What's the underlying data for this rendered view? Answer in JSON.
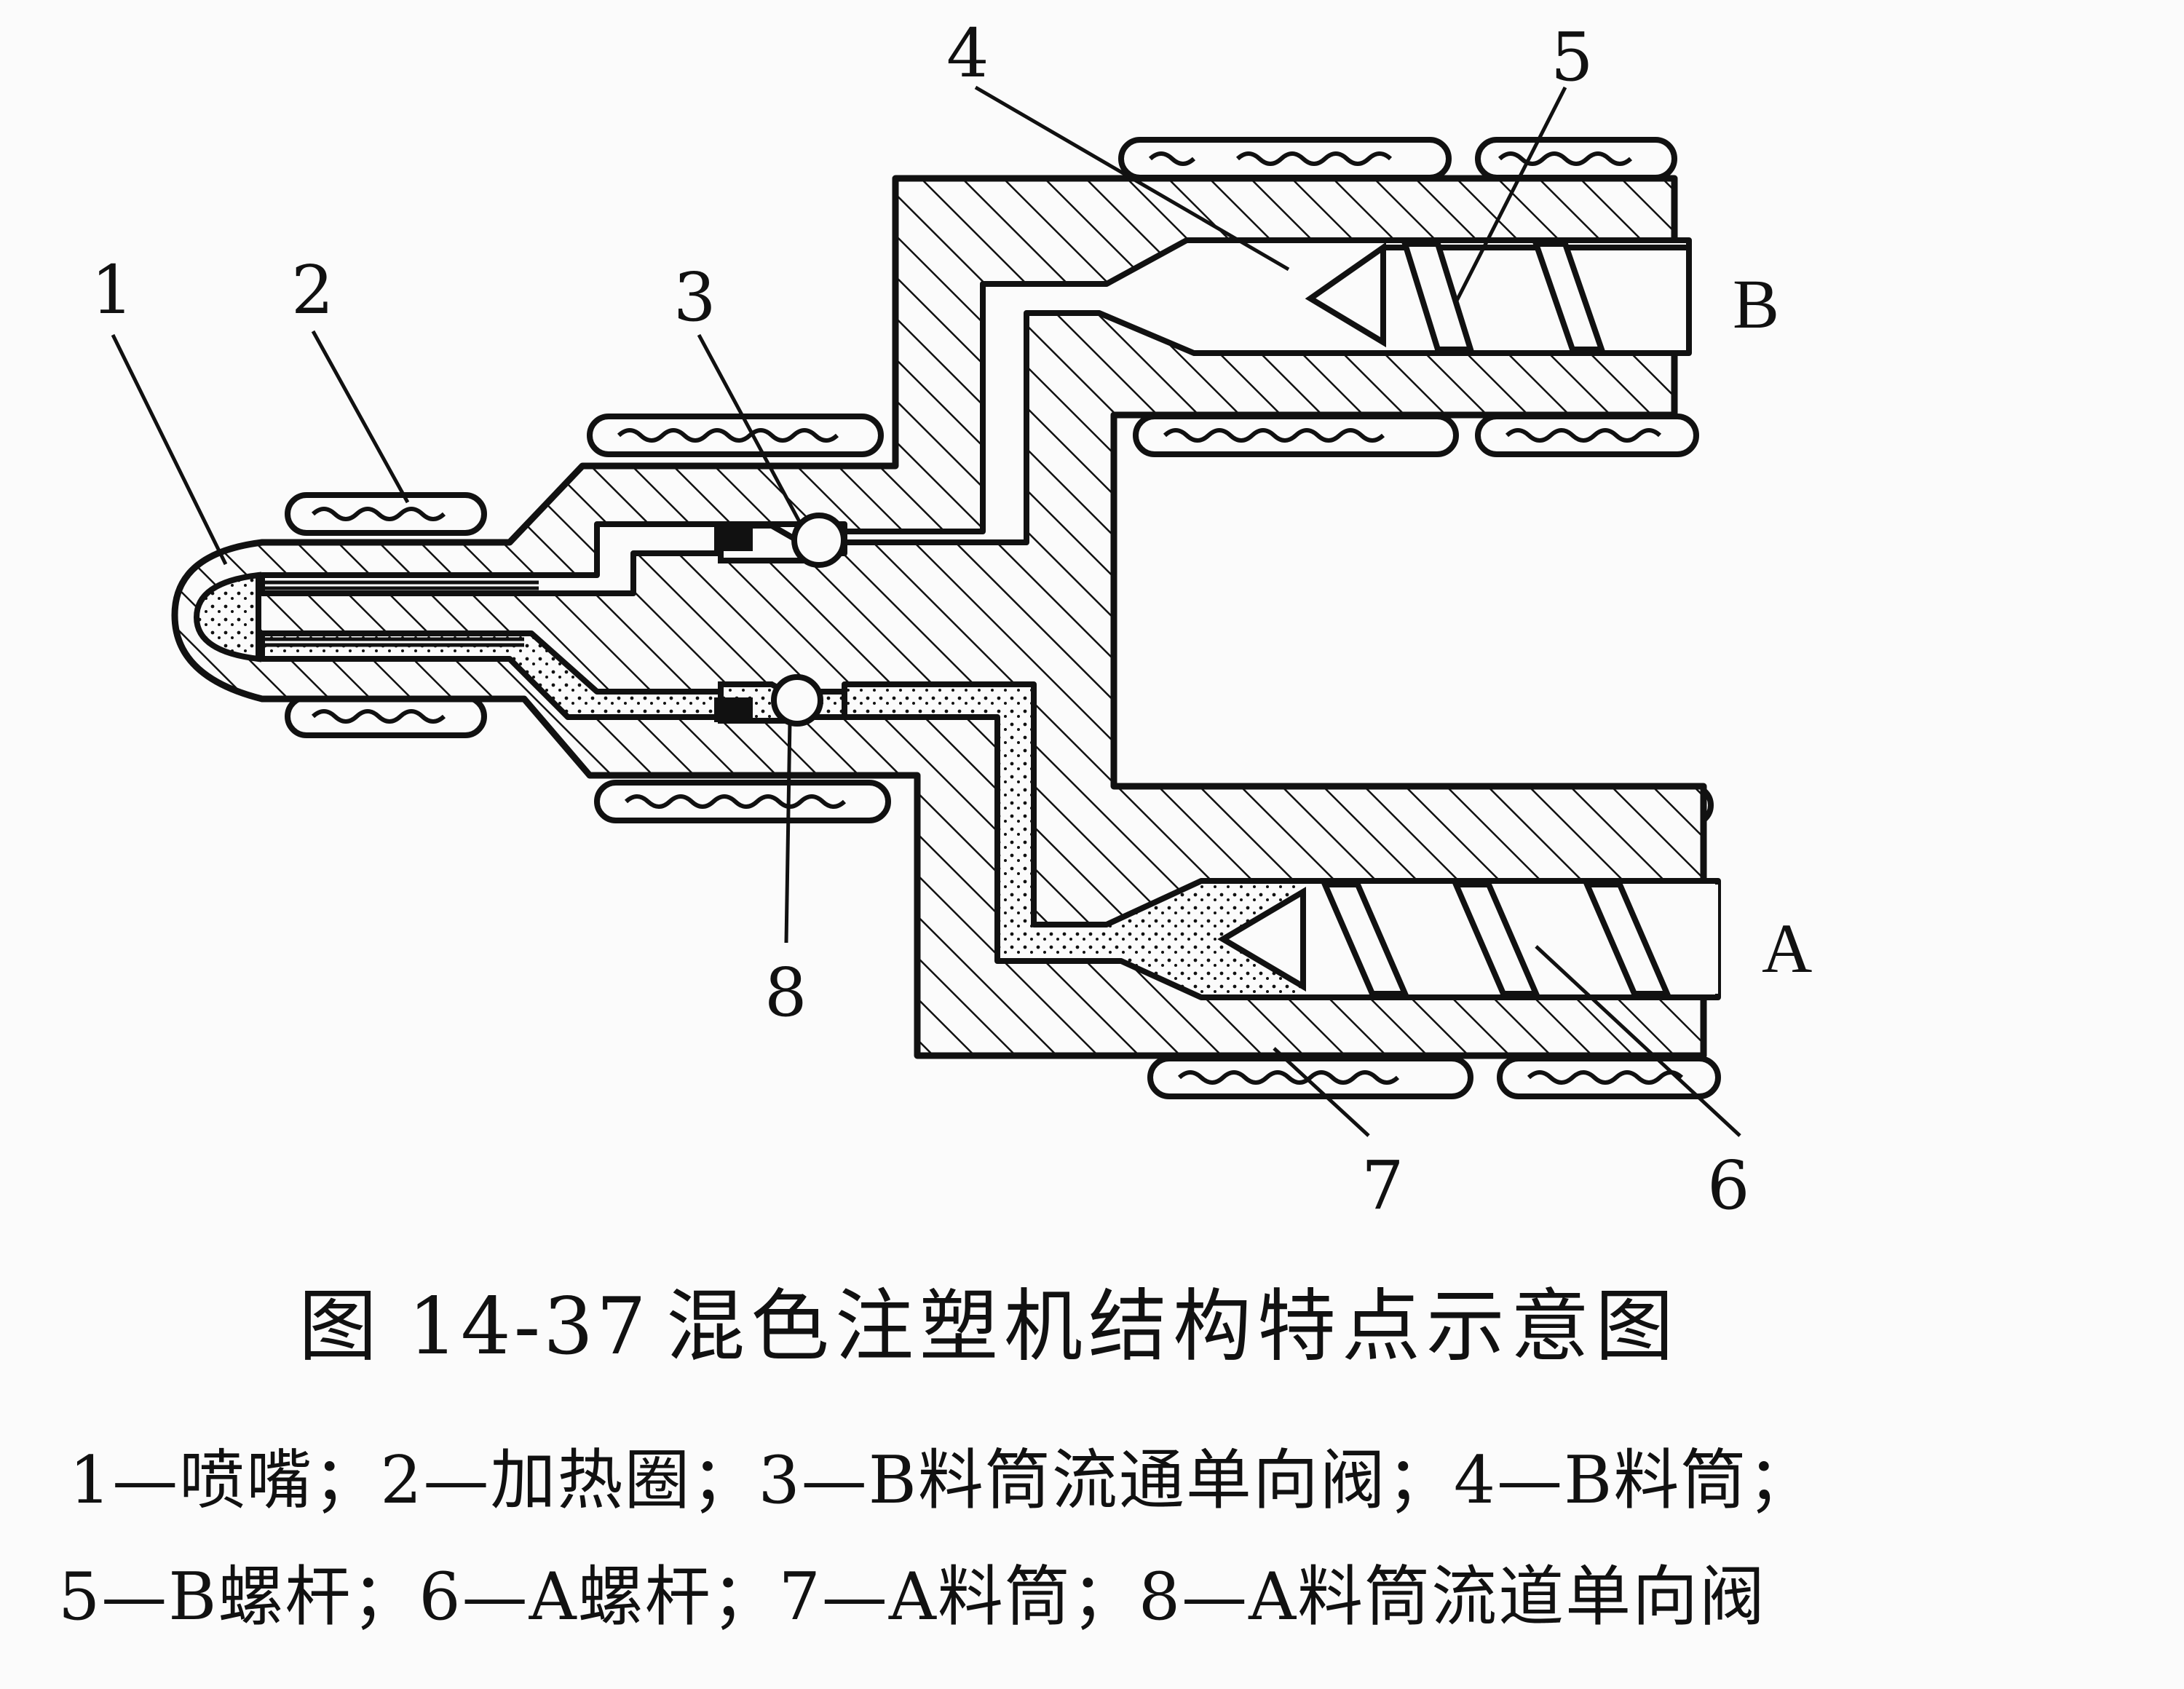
{
  "labels": {
    "l1": "1",
    "l2": "2",
    "l3": "3",
    "l4": "4",
    "l5": "5",
    "l6": "6",
    "l7": "7",
    "l8": "8",
    "B": "B",
    "A": "A"
  },
  "caption": {
    "number": "图 14-37",
    "title": "混色注塑机结构特点示意图"
  },
  "legend": {
    "line1": "1—喷嘴；2—加热圈；3—B料筒流通单向阀；4—B料筒；",
    "line2": "5—B螺杆；6—A螺杆；7—A料筒；8—A料筒流道单向阀"
  }
}
